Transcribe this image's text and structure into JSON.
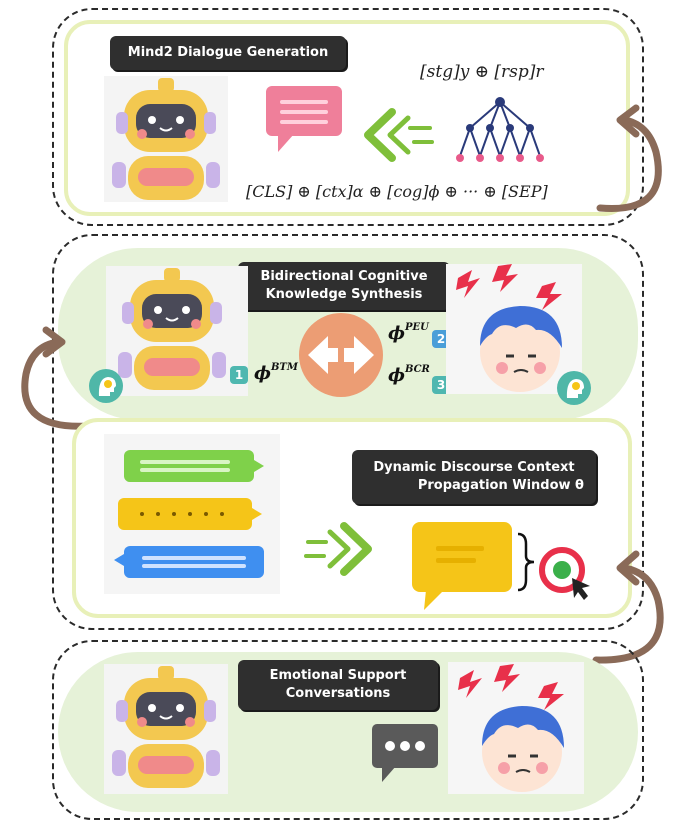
{
  "sections": {
    "generation": {
      "title": "Mind2 Dialogue Generation",
      "formula_top": "[stg]y ⊕ [rsp]r",
      "formula_bottom": "[CLS] ⊕ [ctx]α ⊕ [cog]ϕ ⊕ ··· ⊕ [SEP]"
    },
    "synthesis": {
      "title_line1": "Bidirectional Cognitive",
      "title_line2": "Knowledge Synthesis",
      "phi_btm": {
        "base": "ϕ",
        "sup": "BTM",
        "badge": "1"
      },
      "phi_peu": {
        "base": "ϕ",
        "sup": "PEU",
        "badge": "2"
      },
      "phi_bcr": {
        "base": "ϕ",
        "sup": "BCR",
        "badge": "3"
      }
    },
    "context": {
      "title_line1": "Dynamic Discourse Context",
      "title_line2": "Propagation Window θ"
    },
    "support": {
      "title_line1": "Emotional Support",
      "title_line2": "Conversations"
    }
  },
  "colors": {
    "panel_green": "#e6f2d8",
    "panel_border": "#e8f0b8",
    "arrow_brown": "#8a6a58",
    "robot_yellow": "#f3c850",
    "robot_pink": "#f08a8a",
    "bubble_green": "#7fd14a",
    "bubble_yellow": "#f5c518",
    "bubble_blue": "#3f8ff0",
    "hair_blue": "#3f6fd6",
    "badge_blue": "#4a9ed8",
    "badge_teal": "#4fb7b0"
  }
}
